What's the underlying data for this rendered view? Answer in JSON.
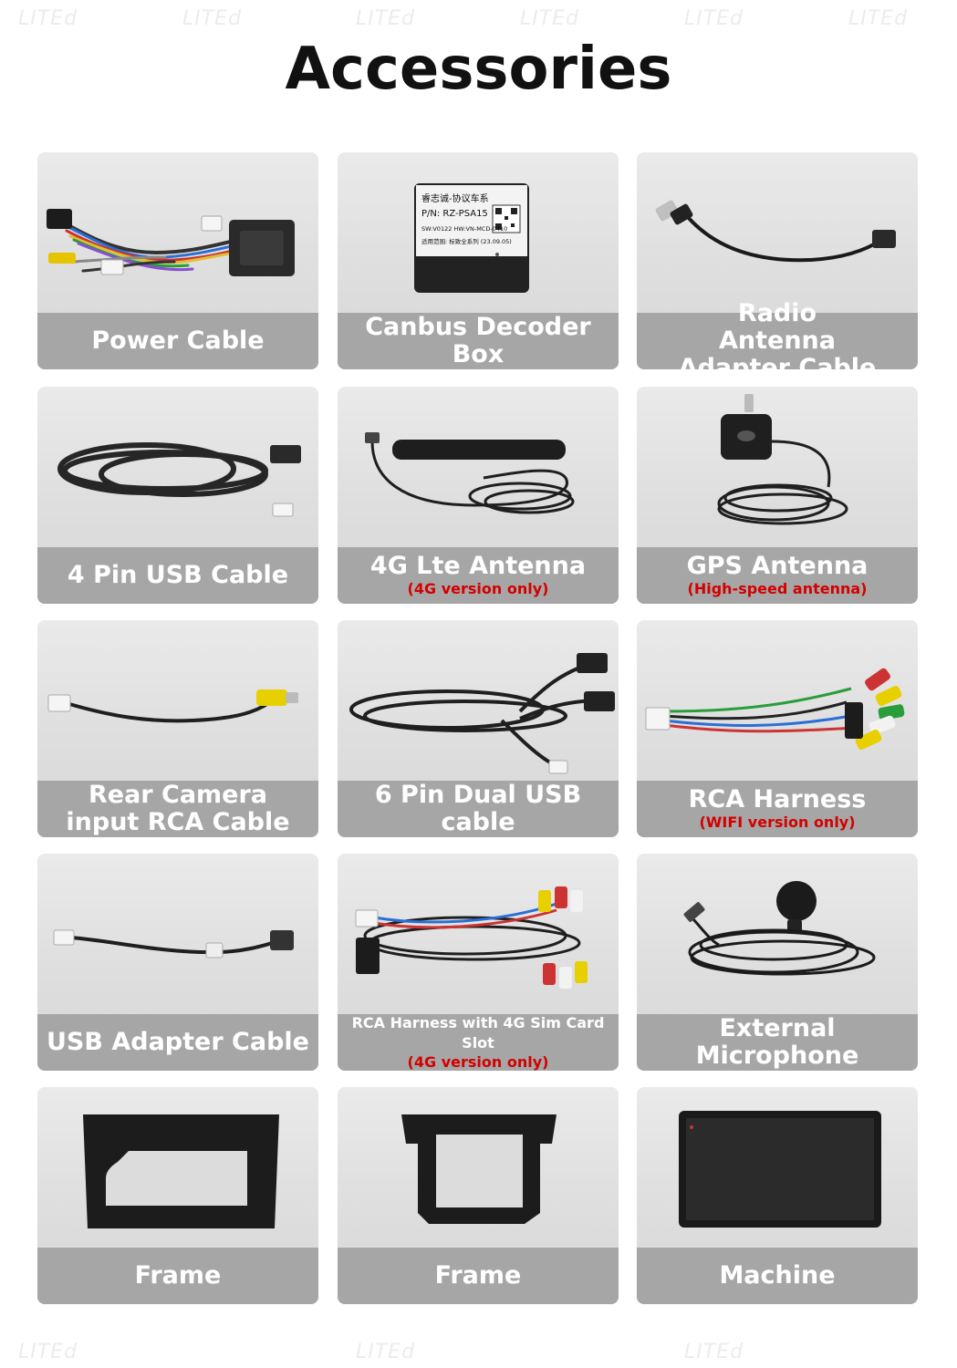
{
  "page": {
    "title": "Accessories",
    "watermark": "LITEd"
  },
  "colors": {
    "card_bg": "#dcdcdc",
    "label_bar": "#a6a6a6",
    "label_text": "#ffffff",
    "note_text": "#d30000"
  },
  "items": [
    {
      "label": "Power Cable",
      "note": "",
      "icon": "wiring-harness-icon"
    },
    {
      "label": "Canbus Decoder Box",
      "note": "",
      "icon": "decoder-box-icon",
      "box_text": [
        "睿志诚-协议车系",
        "P/N: RZ-PSA15",
        "SW:V0122  HW:VN-MCD-0410",
        "适用范围: 标致全系列 (23.09.05)"
      ]
    },
    {
      "label": "Radio Antenna Adapter Cable",
      "note": "",
      "icon": "antenna-adapter-icon"
    },
    {
      "label": "4 Pin USB Cable",
      "note": "",
      "icon": "usb-cable-icon"
    },
    {
      "label": "4G Lte Antenna",
      "note": "(4G version only)",
      "icon": "lte-antenna-icon"
    },
    {
      "label": "GPS Antenna",
      "note": "(High-speed antenna)",
      "icon": "gps-antenna-icon"
    },
    {
      "label": "Rear Camera input RCA Cable",
      "note": "",
      "icon": "rca-camera-cable-icon"
    },
    {
      "label": "6 Pin Dual USB cable",
      "note": "",
      "icon": "dual-usb-cable-icon"
    },
    {
      "label": "RCA Harness",
      "note": "(WIFI version only)",
      "icon": "rca-harness-icon"
    },
    {
      "label": "USB Adapter Cable",
      "note": "",
      "icon": "usb-adapter-icon"
    },
    {
      "label": "RCA Harness with 4G Sim Card Slot",
      "note": "(4G version only)",
      "icon": "rca-harness-sim-icon"
    },
    {
      "label": "External Microphone",
      "note": "",
      "icon": "microphone-icon"
    },
    {
      "label": "Frame",
      "note": "",
      "icon": "frame-icon"
    },
    {
      "label": "Frame",
      "note": "",
      "icon": "frame-bracket-icon"
    },
    {
      "label": "Machine",
      "note": "",
      "icon": "head-unit-screen-icon"
    }
  ]
}
